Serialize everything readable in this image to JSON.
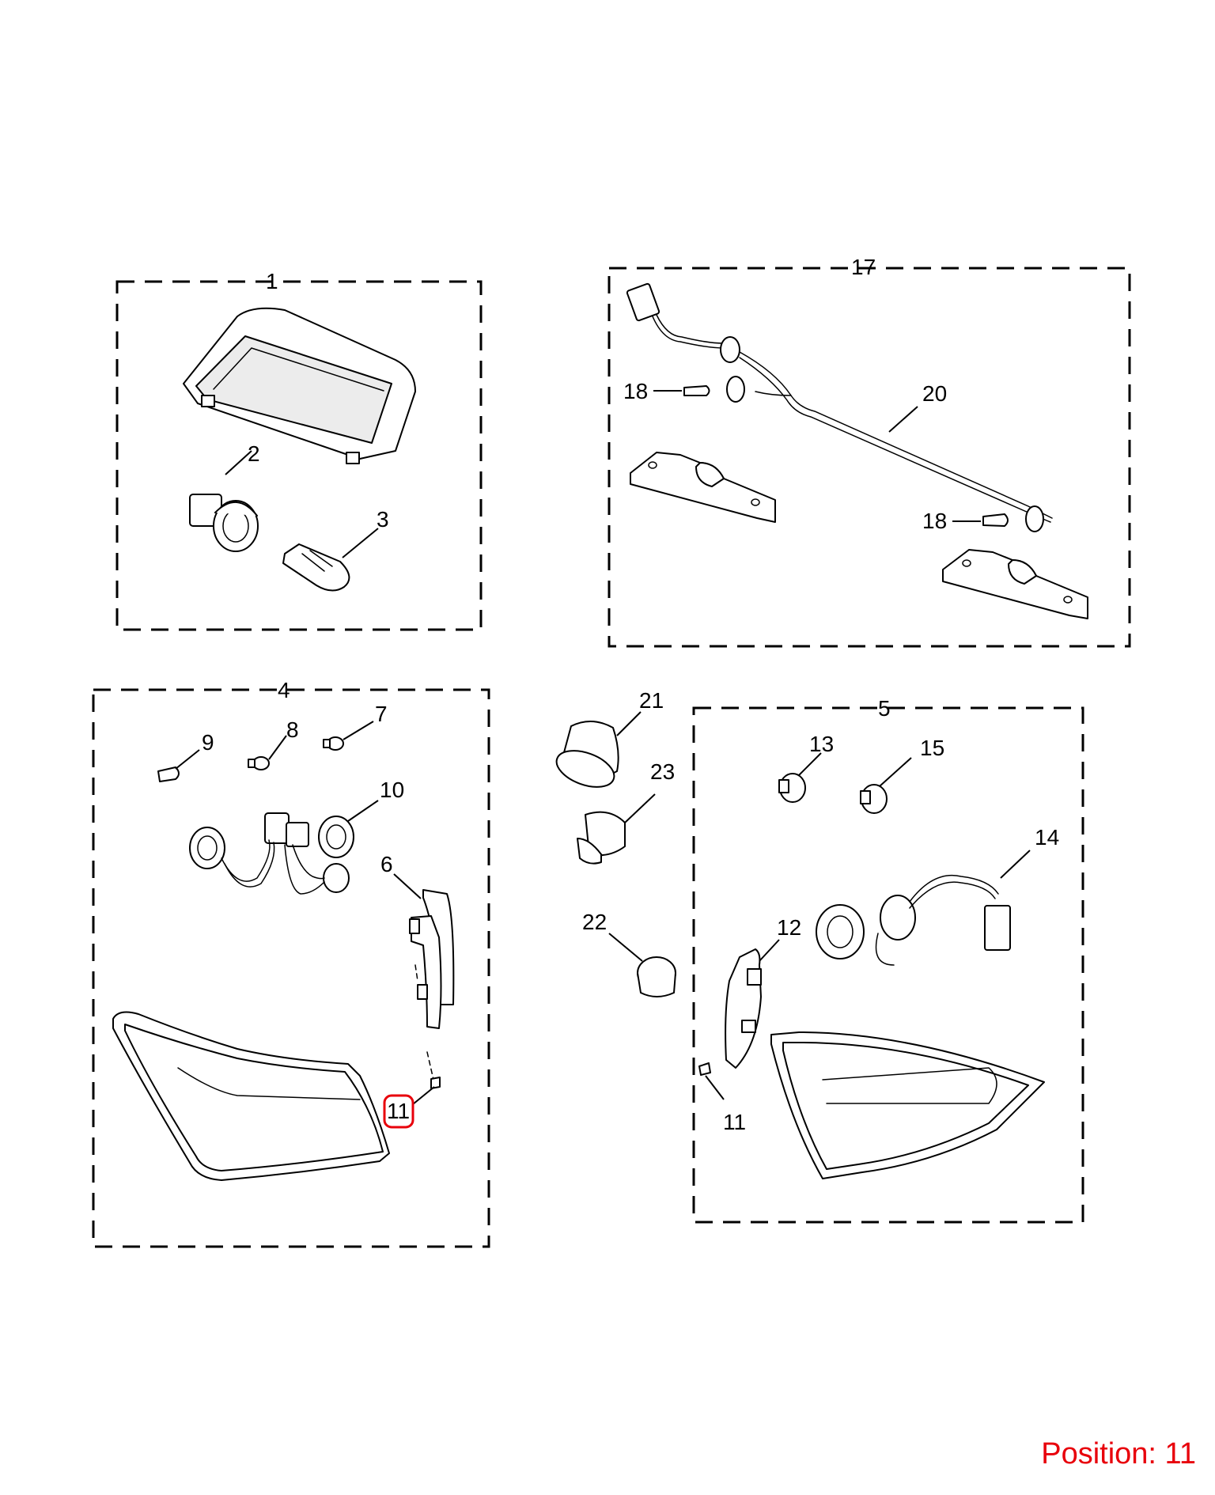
{
  "diagram": {
    "callouts": {
      "c1": "1",
      "c2": "2",
      "c3": "3",
      "c4": "4",
      "c5": "5",
      "c6": "6",
      "c7": "7",
      "c8": "8",
      "c9": "9",
      "c10": "10",
      "c11a": "11",
      "c11b": "11",
      "c12": "12",
      "c13": "13",
      "c14": "14",
      "c15": "15",
      "c17": "17",
      "c18a": "18",
      "c18b": "18",
      "c20": "20",
      "c21": "21",
      "c22": "22",
      "c23": "23"
    },
    "highlight_color": "#e8000b"
  },
  "footer": {
    "position_label": "Position: 11"
  }
}
